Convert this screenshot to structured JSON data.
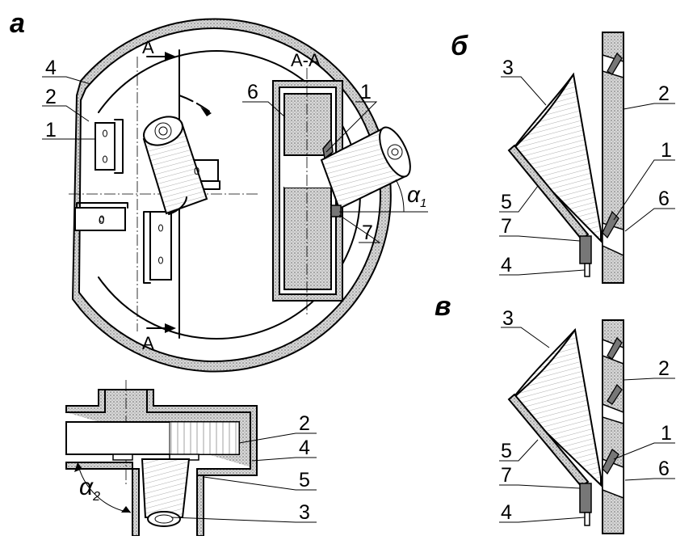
{
  "panels": {
    "a": "а",
    "b": "б",
    "v": "в"
  },
  "section": {
    "title": "А-А",
    "mark": "А"
  },
  "angles": {
    "alpha1": "α",
    "alpha1_sub": "1",
    "alpha2": "α",
    "alpha2_sub": "2"
  },
  "labels": {
    "n1": "1",
    "n2": "2",
    "n3": "3",
    "n4": "4",
    "n5": "5",
    "n6": "6",
    "n7": "7",
    "n0": "0"
  }
}
